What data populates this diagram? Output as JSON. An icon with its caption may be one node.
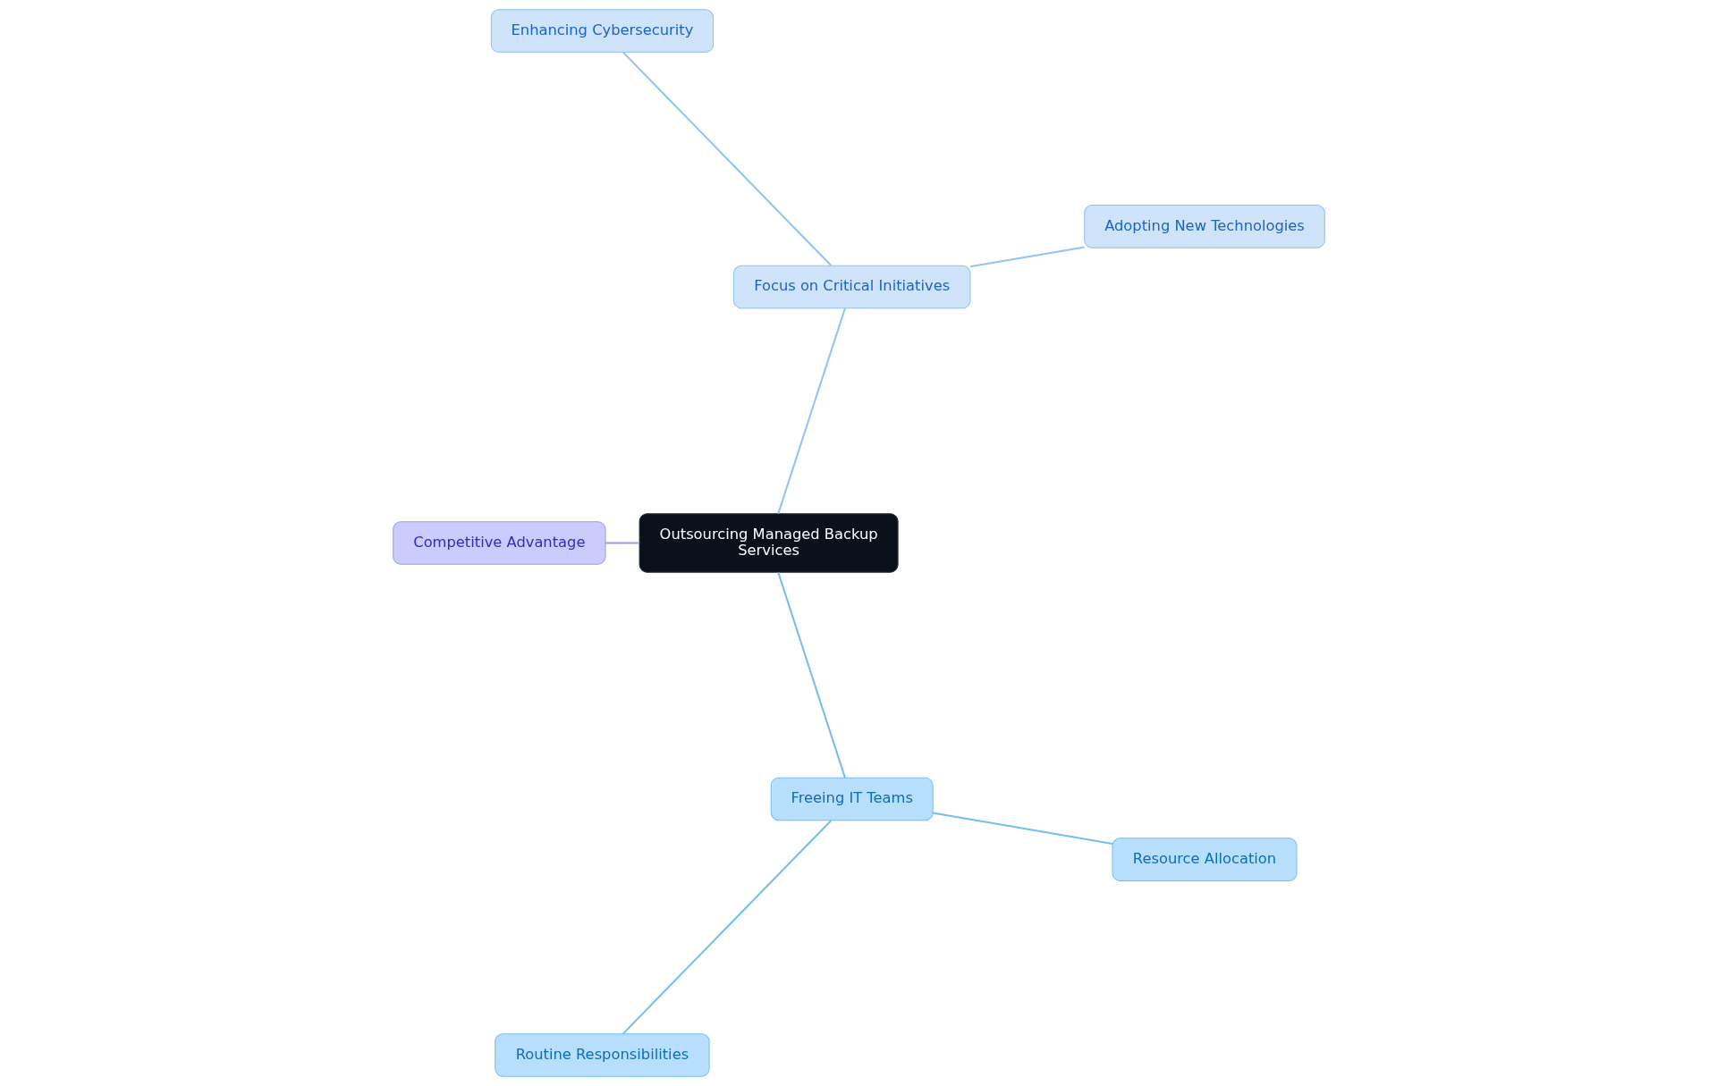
{
  "diagram": {
    "nodes": [
      {
        "text": [
          "Adopting New Technologies"
        ]
      },
      {
        "text": [
          "Enhancing Cybersecurity"
        ]
      },
      {
        "text": [
          "Focus on Critical Initiatives"
        ]
      },
      {
        "text": [
          "Competitive Advantage"
        ]
      },
      {
        "text": [
          "Outsourcing Managed Backup Services"
        ]
      },
      {
        "text": [
          "Freeing IT Teams"
        ]
      },
      {
        "text": [
          "Routine Responsibilities"
        ]
      },
      {
        "text": [
          "Resource Allocation"
        ]
      }
    ],
    "edges": [
      {
        "from": 4,
        "to": 2,
        "arrow": "none",
        "color": "#90c4f2"
      },
      {
        "from": 2,
        "to": 0,
        "arrow": "none",
        "color": "#90c4f2"
      },
      {
        "from": 2,
        "to": 1,
        "arrow": "none",
        "color": "#90c4f2"
      },
      {
        "from": 4,
        "to": 3,
        "arrow": "none",
        "color": "#9c9cf0"
      },
      {
        "from": 4,
        "to": 5,
        "arrow": "none",
        "color": "#74bdf0"
      },
      {
        "from": 5,
        "to": 6,
        "arrow": "none",
        "color": "#74bdf0"
      },
      {
        "from": 5,
        "to": 7,
        "arrow": "none",
        "color": "#74bdf0"
      }
    ]
  }
}
